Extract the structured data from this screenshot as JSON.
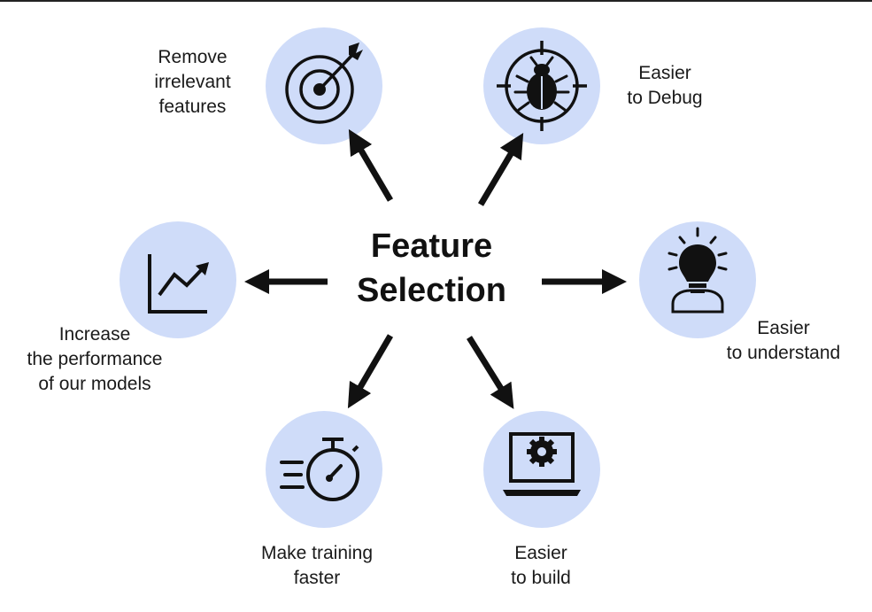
{
  "center": {
    "line1": "Feature",
    "line2": "Selection"
  },
  "nodes": [
    {
      "id": "remove",
      "icon": "target-icon",
      "lines": [
        "Remove",
        "irrelevant",
        "features"
      ]
    },
    {
      "id": "debug",
      "icon": "bug-crosshair-icon",
      "lines": [
        "Easier",
        "to Debug"
      ]
    },
    {
      "id": "performance",
      "icon": "growth-chart-icon",
      "lines": [
        "Increase",
        "the performance",
        "of our models"
      ]
    },
    {
      "id": "understand",
      "icon": "lightbulb-person-icon",
      "lines": [
        "Easier",
        "to understand"
      ]
    },
    {
      "id": "training",
      "icon": "stopwatch-icon",
      "lines": [
        "Make training",
        "faster"
      ]
    },
    {
      "id": "build",
      "icon": "laptop-gear-icon",
      "lines": [
        "Easier",
        "to build"
      ]
    }
  ],
  "colors": {
    "circle_fill": "#cfdcf9",
    "ink": "#111111",
    "text": "#1a1a1a"
  }
}
